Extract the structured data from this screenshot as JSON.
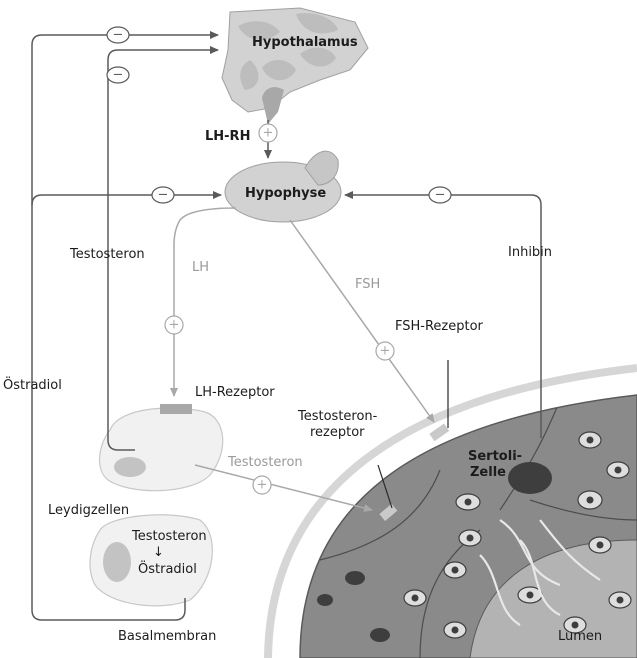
{
  "labels": {
    "hypothalamus": "Hypothalamus",
    "lhrh": "LH-RH",
    "hypophyse": "Hypophyse",
    "testosteron_left": "Testosteron",
    "lh": "LH",
    "fsh": "FSH",
    "inhibin": "Inhibin",
    "fsh_rezeptor": "FSH-Rezeptor",
    "oestradiol_side": "Östradiol",
    "lh_rezeptor": "LH-Rezeptor",
    "testosteron_rezeptor_1": "Testosteron-",
    "testosteron_rezeptor_2": "rezeptor",
    "testosteron_mid": "Testosteron",
    "sertoli_1": "Sertoli-",
    "sertoli_2": "Zelle",
    "leydigzellen": "Leydigzellen",
    "conv_testosteron": "Testosteron",
    "conv_arrow": "↓",
    "conv_oestradiol": "Östradiol",
    "basalmembran": "Basalmembran",
    "lumen": "Lumen"
  },
  "signs": {
    "minus": "−",
    "plus": "+"
  },
  "colors": {
    "dark_line": "#5a5a5a",
    "light_line": "#a8a8a8",
    "gland_fill": "#d2d2d2",
    "tubule_fill": "#8a8a8a",
    "cell_light": "#f1f1f1",
    "nucleus_dark": "#5c5c5c"
  }
}
